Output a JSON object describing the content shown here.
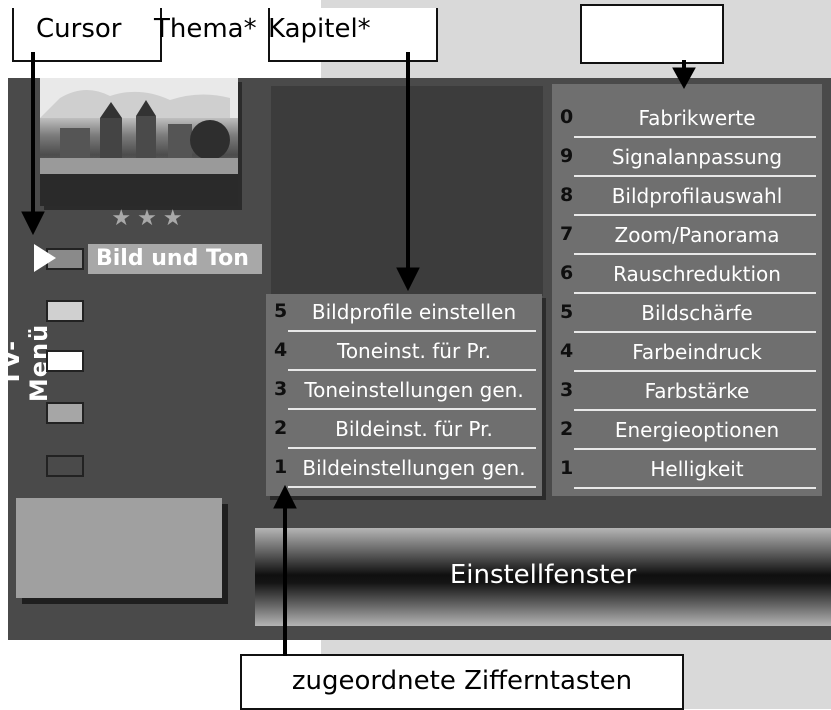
{
  "callouts": {
    "cursor_label": "Cursor",
    "theme_label": "Thema*",
    "chapter_label": "Kapitel*",
    "top_right_label": "",
    "bottom_label": "zugeordnete Zifferntasten"
  },
  "menu": {
    "title": "TV-Menü",
    "stars": "★★★",
    "selected_topic": "Bild und Ton",
    "topic_swatch_colors": [
      "#8a8a8a",
      "#d0d0d0",
      "#ffffff",
      "#a6a6a6",
      "#4a4a4a"
    ]
  },
  "chapters": [
    {
      "num": "5",
      "label": "Bildprofile einstellen"
    },
    {
      "num": "4",
      "label": "Toneinst. für Pr."
    },
    {
      "num": "3",
      "label": "Toneinstellungen gen."
    },
    {
      "num": "2",
      "label": "Bildeinst. für Pr."
    },
    {
      "num": "1",
      "label": "Bildeinstellungen gen."
    }
  ],
  "options": [
    {
      "num": "0",
      "label": "Fabrikwerte"
    },
    {
      "num": "9",
      "label": "Signalanpassung"
    },
    {
      "num": "8",
      "label": "Bildprofilauswahl"
    },
    {
      "num": "7",
      "label": "Zoom/Panorama"
    },
    {
      "num": "6",
      "label": "Rauschreduktion"
    },
    {
      "num": "5",
      "label": "Bildschärfe"
    },
    {
      "num": "4",
      "label": "Farbeindruck"
    },
    {
      "num": "3",
      "label": "Farbstärke"
    },
    {
      "num": "2",
      "label": "Energieoptionen"
    },
    {
      "num": "1",
      "label": "Helligkeit"
    }
  ],
  "settings_window": {
    "label": "Einstellfenster"
  }
}
